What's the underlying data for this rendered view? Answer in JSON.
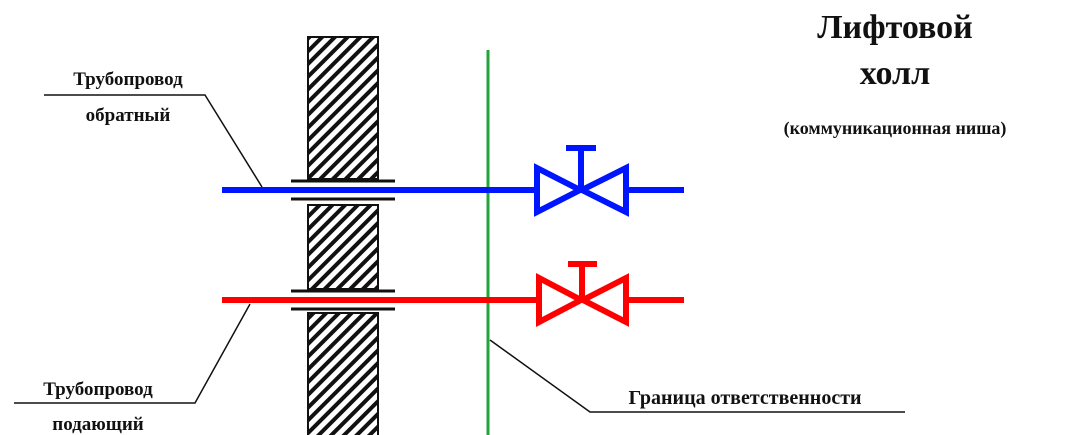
{
  "title": {
    "line1": "Лифтовой",
    "line2": "холл",
    "subtitle": "(коммуникационная ниша)"
  },
  "labels": {
    "return_pipe_line1": "Трубопровод",
    "return_pipe_line2": "обратный",
    "supply_pipe_line1": "Трубопровод",
    "supply_pipe_line2": "подающий",
    "boundary": "Граница ответственности"
  },
  "colors": {
    "return_pipe": "#0015ff",
    "supply_pipe": "#ff0000",
    "boundary_line": "#1fa53a",
    "wall_hatch": "#111111",
    "leader": "#111111"
  }
}
